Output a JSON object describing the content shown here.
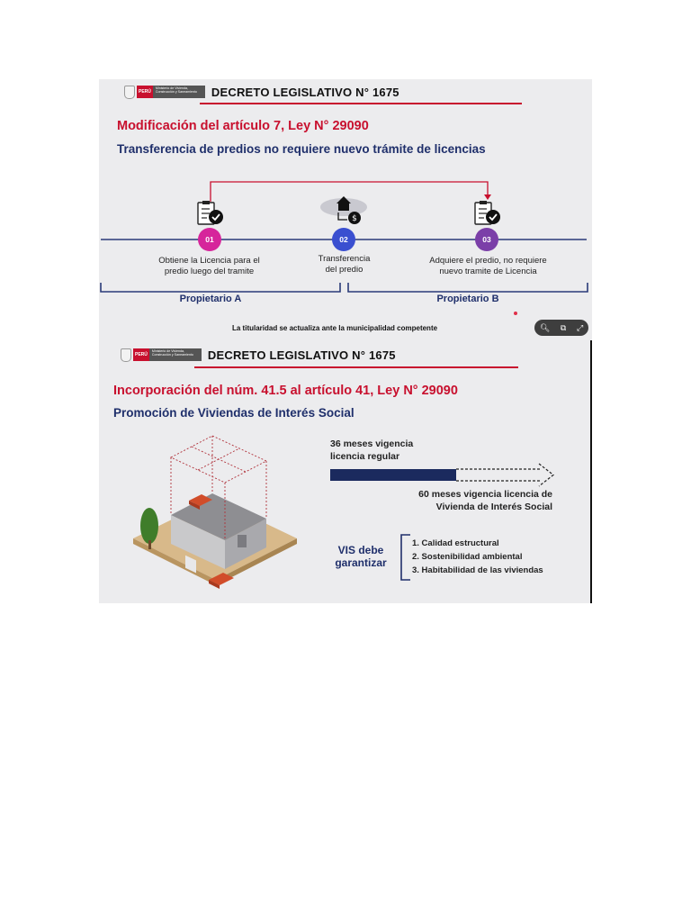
{
  "slide1": {
    "logo": {
      "country": "PERÚ",
      "ministry": "Ministerio de Vivienda, Construcción y Saneamiento"
    },
    "decree_title": "DECRETO LEGISLATIVO N° 1675",
    "title": "Modificación del artículo 7, Ley N° 29090",
    "subtitle": "Transferencia de predios no requiere nuevo trámite de licencias",
    "steps": [
      {
        "num": "01",
        "text_line1": "Obtiene la Licencia para el",
        "text_line2": "predio luego del tramite",
        "color": "#d6259b",
        "icon": "checklist-icon"
      },
      {
        "num": "02",
        "text_line1": "Transferencia",
        "text_line2": "del predio",
        "color": "#3a4fd0",
        "icon": "house-transfer-money-icon"
      },
      {
        "num": "03",
        "text_line1": "Adquiere el predio, no requiere",
        "text_line2": "nuevo tramite de Licencia",
        "color": "#7b3fa8",
        "icon": "checklist-icon"
      }
    ],
    "owner_a": "Propietario A",
    "owner_b": "Propietario B",
    "footnote": "La titularidad se actualiza ante la municipalidad competente",
    "controls": [
      "zoom-icon",
      "open-external-icon",
      "fullscreen-icon"
    ]
  },
  "slide2": {
    "logo": {
      "country": "PERÚ",
      "ministry": "Ministerio de Vivienda, Construcción y Saneamiento"
    },
    "decree_title": "DECRETO LEGISLATIVO N° 1675",
    "title": "Incorporación del núm. 41.5 al artículo 41, Ley N° 29090",
    "subtitle": "Promoción de Viviendas de Interés Social",
    "regular_line1": "36 meses vigencia",
    "regular_line2": "licencia regular",
    "vis_line1": "60 meses vigencia licencia de",
    "vis_line2": "Vivienda de Interés Social",
    "regular_fraction": 0.6,
    "vis_label_line1": "VIS debe",
    "vis_label_line2": "garantizar",
    "guarantees": [
      "1. Calidad estructural",
      "2. Sostenibilidad ambiental",
      "3. Habitabilidad de las viviendas"
    ]
  },
  "colors": {
    "accent_red": "#c8102e",
    "navy": "#1f2f6b",
    "bar": "#1b2a5e"
  }
}
